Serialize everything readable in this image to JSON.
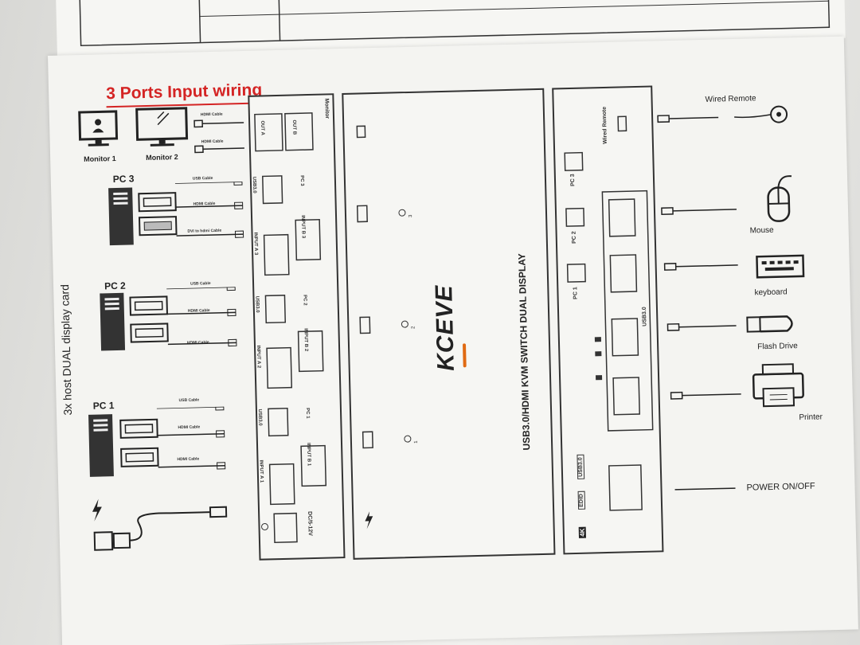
{
  "title": "3 Ports Input wiring",
  "side_title": "3x host DUAL display card",
  "monitors": [
    "Monitor 1",
    "Monitor 2"
  ],
  "pcs": [
    {
      "label": "PC 3",
      "cables": [
        "USB Cable",
        "HDMI Cable",
        "DVI to hdmi Cable"
      ]
    },
    {
      "label": "PC 2",
      "cables": [
        "USB Cable",
        "HDMI Cable",
        "HDMI Cable"
      ]
    },
    {
      "label": "PC 1",
      "cables": [
        "USB Cable",
        "HDMI Cable",
        "HDMI Cable"
      ]
    }
  ],
  "monitor_cables": [
    "HDMI Cable",
    "HDMI Cable"
  ],
  "back_panel": {
    "monitor": "Monitor",
    "out_a": "OUT A",
    "out_b": "OUT B",
    "pc3": "PC 3",
    "pc2": "PC 2",
    "pc1": "PC 1",
    "usb": "USB3.0",
    "input_a3": "INPUT A 3",
    "input_b3": "INPUT B 3",
    "input_a2": "INPUT A 2",
    "input_b2": "INPUT B 2",
    "input_a1": "INPUT A 1",
    "input_b1": "INPUT B 1",
    "dc": "DC/5-12V"
  },
  "front_panel": {
    "brand": "KCEVE",
    "product": "USB3.0/HDMI KVM SWITCH DUAL DISPLAY",
    "btn1": "1",
    "btn2": "2",
    "btn3": "3"
  },
  "right_panel": {
    "wired_remote": "Wired Remote",
    "pc1": "PC 1",
    "pc2": "PC 2",
    "pc3": "PC 3",
    "usb": "USB3.0",
    "edid": "EDID",
    "usb_badge": "USB3.0",
    "fourk": "4K"
  },
  "peripherals": [
    "Wired Remote",
    "Mouse",
    "keyboard",
    "Flash Drive",
    "Printer",
    "POWER ON/OFF"
  ],
  "colors": {
    "title_red": "#d42424",
    "ink": "#2a2a2a",
    "brand_orange": "#e06a12"
  }
}
